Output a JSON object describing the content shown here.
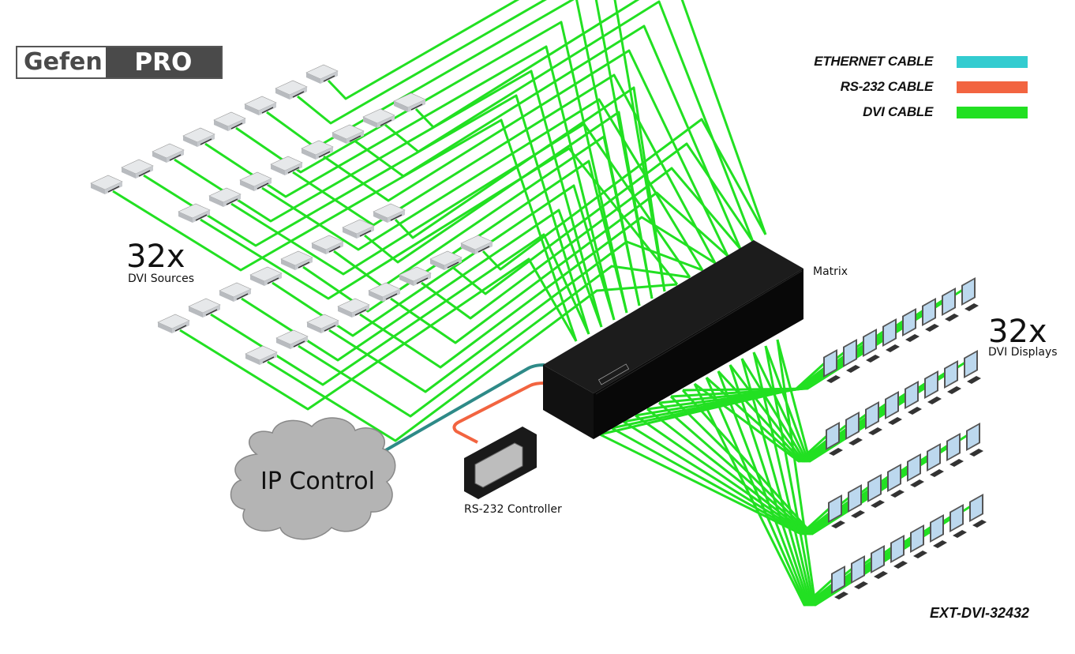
{
  "logo": {
    "left": "Gefen",
    "right": "PRO"
  },
  "legend": [
    {
      "label": "ETHERNET CABLE",
      "color": "#33ccd0"
    },
    {
      "label": "RS-232 CABLE",
      "color": "#f26440"
    },
    {
      "label": "DVI CABLE",
      "color": "#22e022"
    }
  ],
  "colors": {
    "dvi": "#22e022",
    "ethernet": "#2e8a88",
    "rs232": "#f26440",
    "matrix": "#111111",
    "cloud": "#b4b4b4",
    "screen": "#bcd8ee"
  },
  "sources": {
    "count_label": "32x",
    "label": "DVI Sources",
    "count": 32
  },
  "displays": {
    "count_label": "32x",
    "label": "DVI Displays",
    "count": 32
  },
  "matrix": {
    "label": "Matrix",
    "badge": "GefenPRO"
  },
  "ip_control": {
    "label": "IP Control"
  },
  "controller": {
    "label": "RS-232 Controller"
  },
  "model": "EXT-DVI-32432"
}
